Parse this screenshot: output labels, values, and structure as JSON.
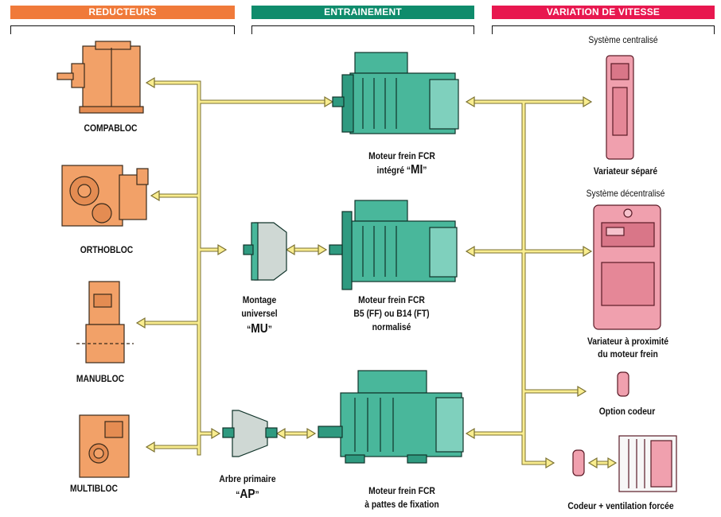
{
  "headers": {
    "reducteurs": "REDUCTEURS",
    "entrainement": "ENTRAINEMENT",
    "variation": "VARIATION DE  VITESSE"
  },
  "colors": {
    "orange": "#f07a3a",
    "green": "#0f8c6c",
    "red": "#e8174f",
    "arrow": "#f9ed8f",
    "arrow_outline": "#7a7030",
    "motor": "#49b79b",
    "gearbox": "#f2a168",
    "drive": "#f0a0ae"
  },
  "reducers": {
    "compabloc": "COMPABLOC",
    "orthobloc": "ORTHOBLOC",
    "manubloc": "MANUBLOC",
    "multibloc": "MULTIBLOC"
  },
  "motors": {
    "mi_line1": "Moteur frein FCR",
    "mi_line2": "intégré “",
    "mi_code": "MI",
    "mi_close": "”",
    "mu_line1": "Montage",
    "mu_line2": "universel",
    "mu_open": "“",
    "mu_code": "MU",
    "mu_close": "”",
    "ff_line1": "Moteur frein FCR",
    "ff_line2": "B5 (FF) ou B14 (FT)",
    "ff_line3": "normalisé",
    "ap_line1": "Arbre primaire",
    "ap_open": "“",
    "ap_code": "AP",
    "ap_close": "”",
    "feet_line1": "Moteur frein FCR",
    "feet_line2": "à pattes de fixation"
  },
  "variation": {
    "centralized": "Système centralisé",
    "separate": "Variateur séparé",
    "decentralized": "Système décentralisé",
    "near_line1": "Variateur à proximité",
    "near_line2": "du moteur frein",
    "encoder_option": "Option codeur",
    "encoder_fan": "Codeur + ventilation forcée"
  }
}
